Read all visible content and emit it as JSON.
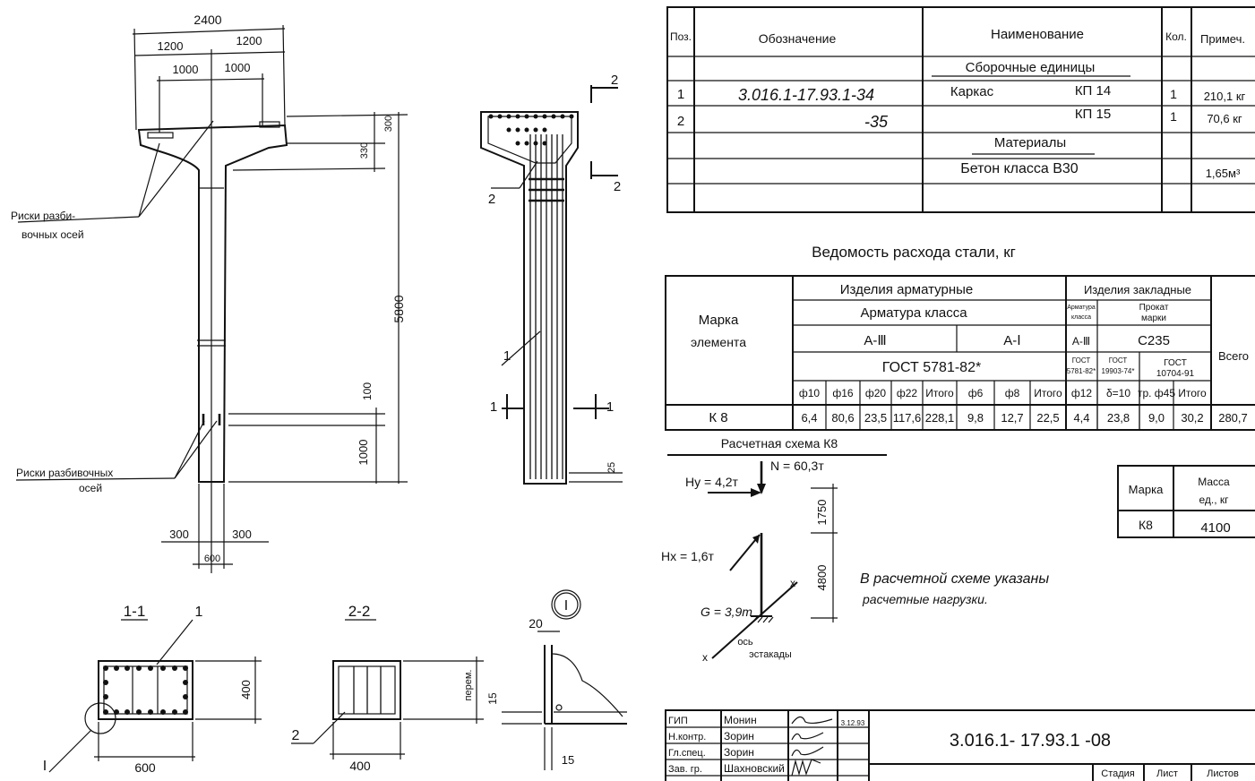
{
  "spec": {
    "headers": {
      "pos": "Поз.",
      "designation": "Обозначение",
      "name": "Наименование",
      "qty": "Кол.",
      "note": "Примеч."
    },
    "assembly_units": "Сборочные единицы",
    "rows": [
      {
        "pos": "1",
        "designation": "3.016.1-17.93.1-34",
        "name": "Каркас",
        "mark": "КП 14",
        "qty": "1",
        "note": "210,1 кг"
      },
      {
        "pos": "2",
        "designation": "-35",
        "name": "",
        "mark": "КП 15",
        "qty": "1",
        "note": "70,6 кг"
      }
    ],
    "materials": "Материалы",
    "concrete": {
      "name": "Бетон класса В30",
      "note": "1,65м³"
    }
  },
  "steel": {
    "title": "Ведомость расхода стали, кг",
    "element_mark": [
      "Марка",
      "элемента"
    ],
    "reinforcing_products": "Изделия арматурные",
    "embedded_products": "Изделия закладные",
    "reinforcement_class": "Арматура класса",
    "reinf_class_small": [
      "Арматура",
      "класса"
    ],
    "rolled_mark": [
      "Прокат",
      "марки"
    ],
    "class_a3": "А-Ⅲ",
    "class_a1": "А-Ⅰ",
    "class_a3_small": "А-Ⅲ",
    "c235": "С235",
    "gost_main": "ГОСТ 5781-82*",
    "gost_a": [
      "ГОСТ",
      "5781-82*"
    ],
    "gost_b": [
      "ГОСТ",
      "19903-74*"
    ],
    "gost_c": [
      "ГОСТ",
      "10704-91"
    ],
    "total_all": "Всего",
    "columns": [
      "ф10",
      "ф16",
      "ф20",
      "ф22",
      "Итого",
      "ф6",
      "ф8",
      "Итого",
      "ф12",
      "δ=10",
      "тр. ф45",
      "Итого"
    ],
    "row": {
      "mark": "К 8",
      "values": [
        "6,4",
        "80,6",
        "23,5",
        "117,6",
        "228,1",
        "9,8",
        "12,7",
        "22,5",
        "4,4",
        "23,8",
        "9,0",
        "30,2",
        "280,7"
      ]
    }
  },
  "scheme": {
    "title": "Расчетная схема К8",
    "N": "N = 60,3т",
    "Hy": "Hy = 4,2т",
    "Hx": "Hx = 1,6т",
    "G": "G = 3,9т",
    "dim_top": "1750",
    "dim_bottom": "4800",
    "x_label": "x",
    "axis": [
      "ось",
      "эстакады"
    ],
    "note": [
      "В расчетной схеме указаны",
      "расчетные нагрузки."
    ]
  },
  "mass_table": {
    "mark_header": "Марка",
    "mass_header": [
      "Масса",
      "ед., кг"
    ],
    "mark": "К8",
    "mass": "4100"
  },
  "title_block": {
    "roles": [
      "ГИП",
      "Н.контр.",
      "Гл.спец.",
      "Зав. гр."
    ],
    "names": [
      "Монин",
      "Зорин",
      "Зорин",
      "Шахновский"
    ],
    "date": "3.12.93",
    "code": "3.016.1- 17.93.1 -08",
    "stage": "Стадия",
    "sheet": "Лист",
    "sheets": "Листов"
  },
  "drawing": {
    "dims": {
      "d2400": "2400",
      "d1200a": "1200",
      "d1200b": "1200",
      "d1000a": "1000",
      "d1000b": "1000",
      "d300v": "300",
      "d330": "330",
      "d5800": "5800",
      "d100": "100",
      "d1000v": "1000",
      "d300l": "300",
      "d300r": "300",
      "d600": "600"
    },
    "marks_top": [
      "Риски разби-",
      "вочных осей"
    ],
    "marks_bottom": [
      "Риски разбивочных",
      "осей"
    ],
    "mid": {
      "cut2a": "2",
      "cut2b": "2",
      "pos2": "2",
      "pos1": "1",
      "cut1a": "1",
      "cut1b": "1",
      "d25": "25"
    },
    "sec11": {
      "title": "1-1",
      "pos": "1",
      "h": "400",
      "w": "600",
      "node": "I"
    },
    "sec22": {
      "title": "2-2",
      "pos": "2",
      "w": "400",
      "var": "перем."
    },
    "node": {
      "title": "I",
      "d20": "20",
      "d15v": "15",
      "d15h": "15"
    }
  }
}
